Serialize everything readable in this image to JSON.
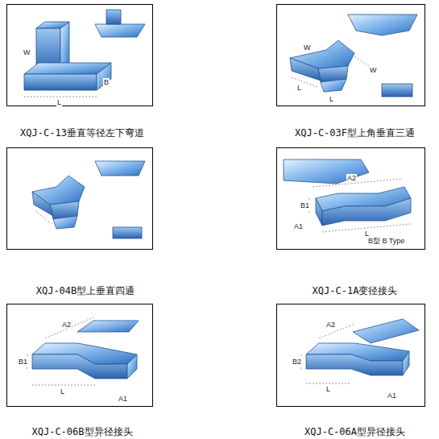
{
  "diagram": {
    "nodes": [
      {
        "text": [
          "XQJ-C-13垂直等径左下弯道"
        ]
      },
      {
        "text": [
          "XQJ-C-03F型上角垂直三通"
        ]
      },
      {
        "text": [
          "XQJ-04B型上垂直四通"
        ]
      },
      {
        "text": [
          "XQJ-C-1A变径接头"
        ]
      },
      {
        "text": [
          "XQJ-C-06B型异径接头"
        ]
      },
      {
        "text": [
          "XQJ-C-06A型异径接头"
        ]
      }
    ],
    "edges": [],
    "labels": [
      "L",
      "B",
      "W",
      "L",
      "W",
      "L",
      "W",
      "A2",
      "B1",
      "A1",
      "L",
      "B型 B Type",
      "A2",
      "B1",
      "L",
      "A1",
      "A2",
      "B2",
      "L",
      "A1"
    ]
  }
}
